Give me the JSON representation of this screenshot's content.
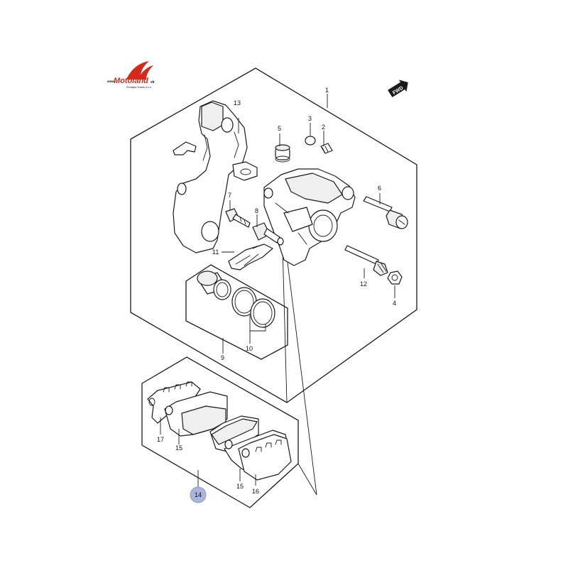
{
  "logo": {
    "brand": "Motoland",
    "prefix": "www.",
    "suffix": "sk",
    "tagline": "Predajca Suzuki d.o.o."
  },
  "colors": {
    "highlight_badge": "#aab4dc",
    "logo_red": "#d42a1e",
    "line": "#1a1a1a"
  },
  "fwd_label": "FWD",
  "callouts": {
    "p1": "1",
    "p2": "2",
    "p3": "3",
    "p4": "4",
    "p5": "5",
    "p6": "6",
    "p7": "7",
    "p8": "8",
    "p9": "9",
    "p10": "10",
    "p11": "11",
    "p12": "12",
    "p13": "13",
    "p14": "14",
    "p15a": "15",
    "p15b": "15",
    "p16": "16",
    "p17": "17"
  },
  "highlighted_callout": "14"
}
